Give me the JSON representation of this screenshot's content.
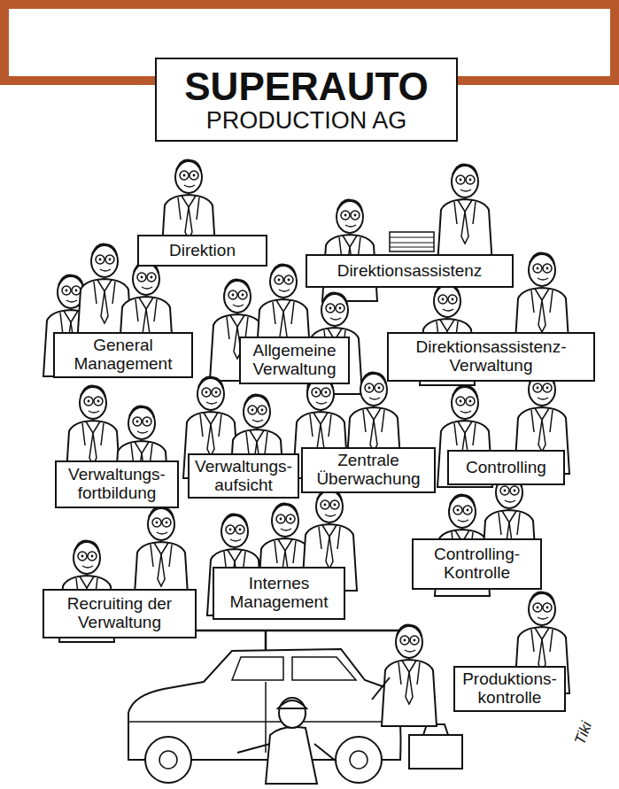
{
  "diagram": {
    "nodes": [
      {
        "text": [
          "SUPERAUTO",
          "PRODUCTION AG"
        ]
      },
      {
        "text": [
          "Direktion"
        ]
      },
      {
        "text": [
          "Direktionsassistenz"
        ]
      },
      {
        "text": [
          "General Management"
        ]
      },
      {
        "text": [
          "Allgemeine Verwaltung"
        ]
      },
      {
        "text": [
          "Direktionsassistenz- Verwaltung"
        ]
      },
      {
        "text": [
          "Verwaltungs- fortbildung"
        ]
      },
      {
        "text": [
          "Verwaltungs- aufsicht"
        ]
      },
      {
        "text": [
          "Zentrale Überwachung"
        ]
      },
      {
        "text": [
          "Controlling"
        ]
      },
      {
        "text": [
          "Recruiting der Verwaltung"
        ]
      },
      {
        "text": [
          "Internes Management"
        ]
      },
      {
        "text": [
          "Controlling- Kontrolle"
        ]
      },
      {
        "text": [
          "Produktions- kontrolle"
        ]
      }
    ],
    "labels": [
      "Tiki"
    ]
  }
}
